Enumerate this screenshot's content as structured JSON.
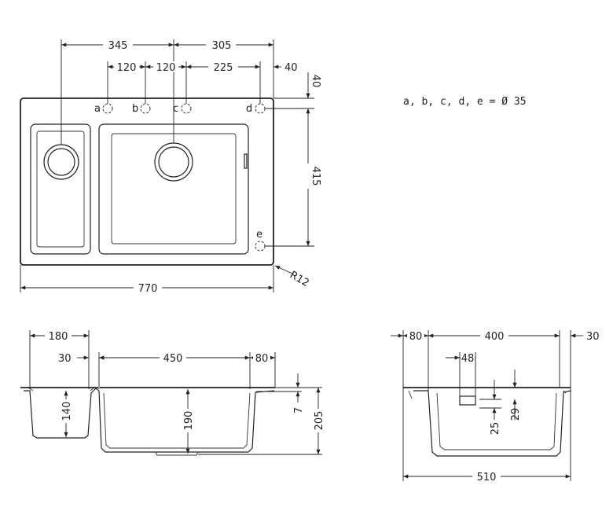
{
  "note": "a, b, c, d, e = Ø 35",
  "holes": {
    "a": "a",
    "b": "b",
    "c": "c",
    "d": "d",
    "e": "e"
  },
  "top_view": {
    "dim_345": "345",
    "dim_305": "305",
    "dim_120a": "120",
    "dim_120b": "120",
    "dim_225": "225",
    "dim_40h": "40",
    "dim_40v": "40",
    "dim_415": "415",
    "dim_770": "770",
    "radius": "R12"
  },
  "front_view": {
    "dim_180": "180",
    "dim_30": "30",
    "dim_450": "450",
    "dim_80": "80",
    "dim_140": "140",
    "dim_190": "190",
    "dim_7": "7",
    "dim_205": "205"
  },
  "side_view": {
    "dim_80": "80",
    "dim_400": "400",
    "dim_30": "30",
    "dim_48": "48",
    "dim_25": "25",
    "dim_29": "29",
    "dim_510": "510"
  }
}
